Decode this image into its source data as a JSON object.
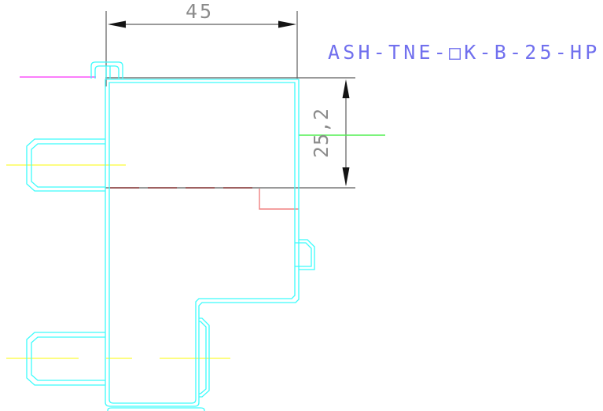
{
  "drawing_title": {
    "part_code": "ASH-TNE-□K-B-25-HP"
  },
  "dimensions": {
    "width_mm": "45",
    "height_mm": "25,2"
  },
  "colors": {
    "canvas-bg": "#FFFFFF",
    "cyan": "#3CFCFC",
    "dim-line": "#5E5E5E",
    "arrow": "#141414",
    "dim-text": "#8C8C8C",
    "label-blue": "#7170EE",
    "magenta": "#FB7EFB",
    "yellow": "#FDFD82",
    "green": "#50EF50",
    "red-light": "#F08080",
    "red-dark": "#8B3A3A"
  }
}
